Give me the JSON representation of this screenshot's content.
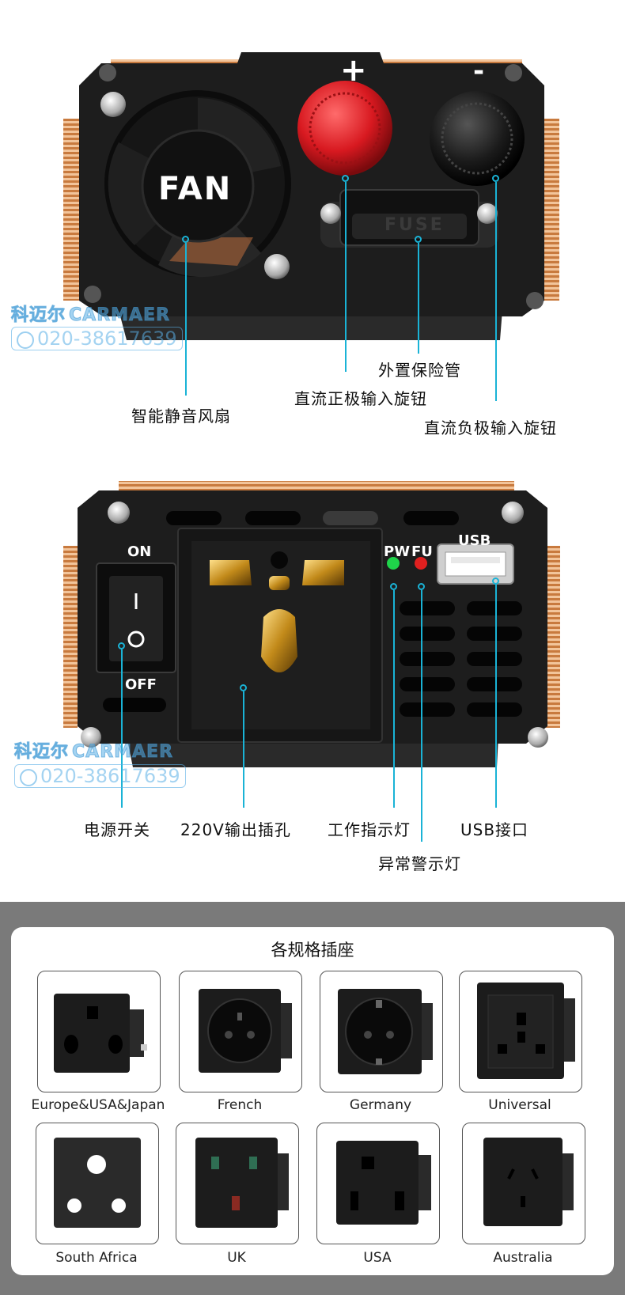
{
  "front_view": {
    "fan_label": "FAN",
    "plus_sign": "+",
    "minus_sign": "-",
    "fuse_label": "FUSE",
    "callouts": {
      "fan": "智能静音风扇",
      "fuse": "外置保险管",
      "positive_knob": "直流正极输入旋钮",
      "negative_knob": "直流负极输入旋钮"
    }
  },
  "rear_view": {
    "switch_on": "ON",
    "switch_off": "OFF",
    "pw_label": "PW",
    "fu_label": "FU",
    "usb_label": "USB",
    "callouts": {
      "power_switch": "电源开关",
      "outlet": "220V输出插孔",
      "work_indicator": "工作指示灯",
      "usb_port": "USB接口",
      "fault_indicator": "异常警示灯"
    }
  },
  "watermark": {
    "brand_cn": "科迈尔",
    "brand_en": "CARMAER",
    "phone": "020-38617639"
  },
  "sockets_panel": {
    "title": "各规格插座",
    "items": [
      {
        "label": "Europe&USA&Japan"
      },
      {
        "label": "French"
      },
      {
        "label": "Germany"
      },
      {
        "label": "Universal"
      },
      {
        "label": "South Africa"
      },
      {
        "label": "UK"
      },
      {
        "label": "USA"
      },
      {
        "label": "Australia"
      }
    ]
  },
  "colors": {
    "leader_line": "#1ab3d6",
    "housing": "#1d1d1d",
    "heatsink": "#d9905a",
    "positive_knob": "#d81920",
    "led_green": "#1fd34a",
    "led_red": "#e0201f"
  }
}
